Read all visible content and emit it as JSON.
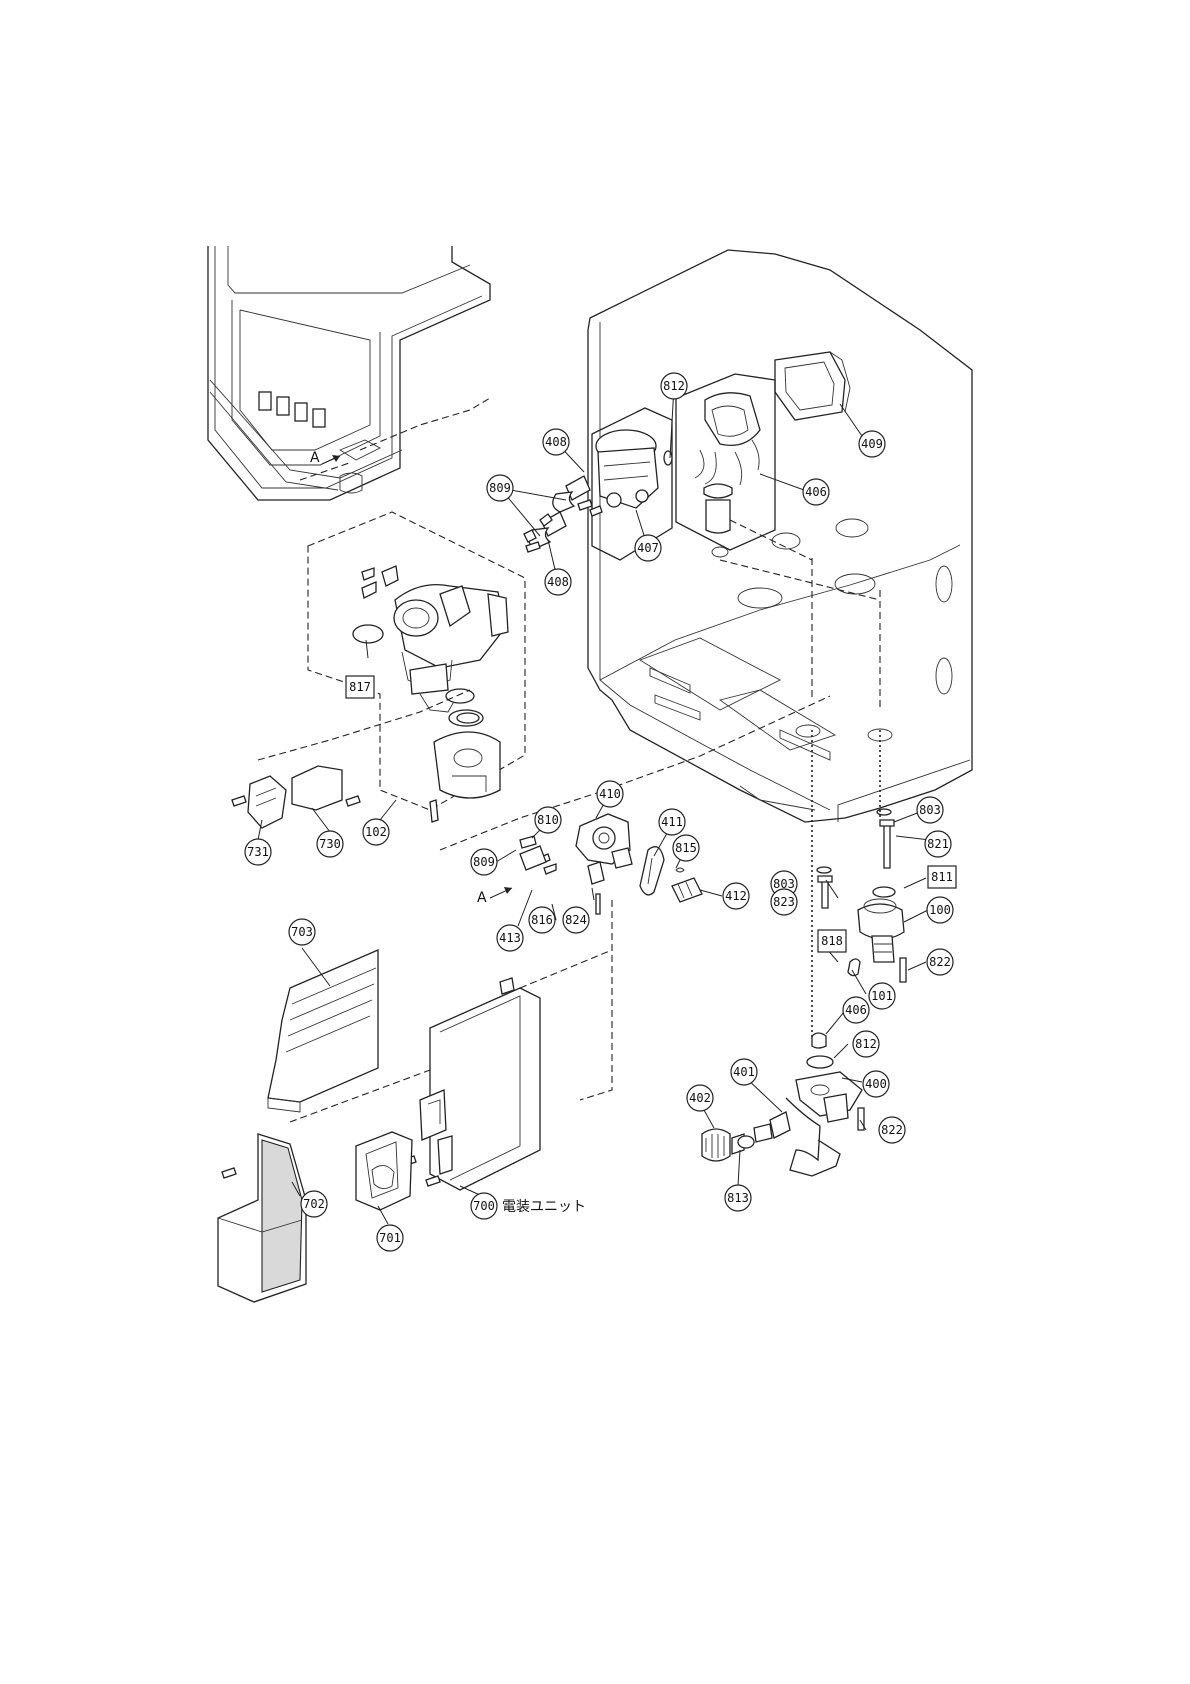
{
  "view_label": "A",
  "unit_label": "電装ユニット",
  "parts": {
    "p100": "100",
    "p101": "101",
    "p102": "102",
    "p400": "400",
    "p401": "401",
    "p402": "402",
    "p406a": "406",
    "p406b": "406",
    "p407": "407",
    "p408a": "408",
    "p408b": "408",
    "p409": "409",
    "p410": "410",
    "p411": "411",
    "p412": "412",
    "p413": "413",
    "p700": "700",
    "p701": "701",
    "p702": "702",
    "p703": "703",
    "p730": "730",
    "p731": "731",
    "p803a": "803",
    "p803b": "803",
    "p809a": "809",
    "p809b": "809",
    "p810": "810",
    "p811": "811",
    "p812a": "812",
    "p812b": "812",
    "p813": "813",
    "p815": "815",
    "p816": "816",
    "p817": "817",
    "p818": "818",
    "p821": "821",
    "p822a": "822",
    "p822b": "822",
    "p823": "823",
    "p824": "824"
  }
}
